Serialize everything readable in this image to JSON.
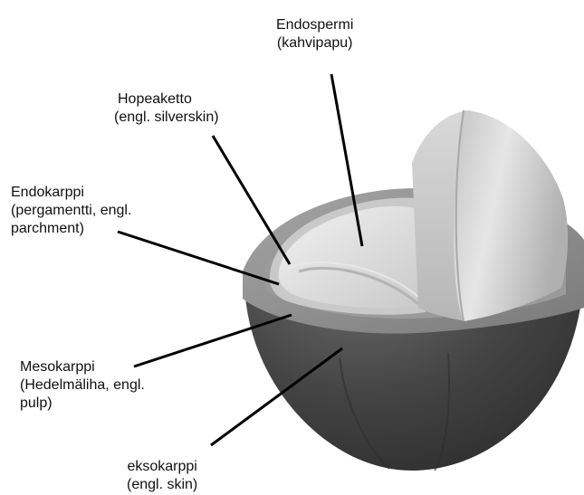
{
  "labels": {
    "endosperm": [
      "Endospermi",
      "(kahvipapu)"
    ],
    "silverskin": [
      "Hopeaketto",
      "(engl. silverskin)"
    ],
    "endocarp": [
      "Endokarppi",
      "(pergamentti, engl.",
      "parchment)"
    ],
    "mesocarp": [
      "Mesokarppi",
      "(Hedelmäliha, engl.",
      "pulp)"
    ],
    "exocarp": [
      "eksokarppi",
      "(engl. skin)"
    ]
  },
  "colors": {
    "exocarp_dark": "#3c3c3c",
    "mesocarp_band": "#8c8c8c",
    "bean_light": "#d8d8d8",
    "bean_highlight": "#eeeeee",
    "leader_line": "#000000"
  }
}
